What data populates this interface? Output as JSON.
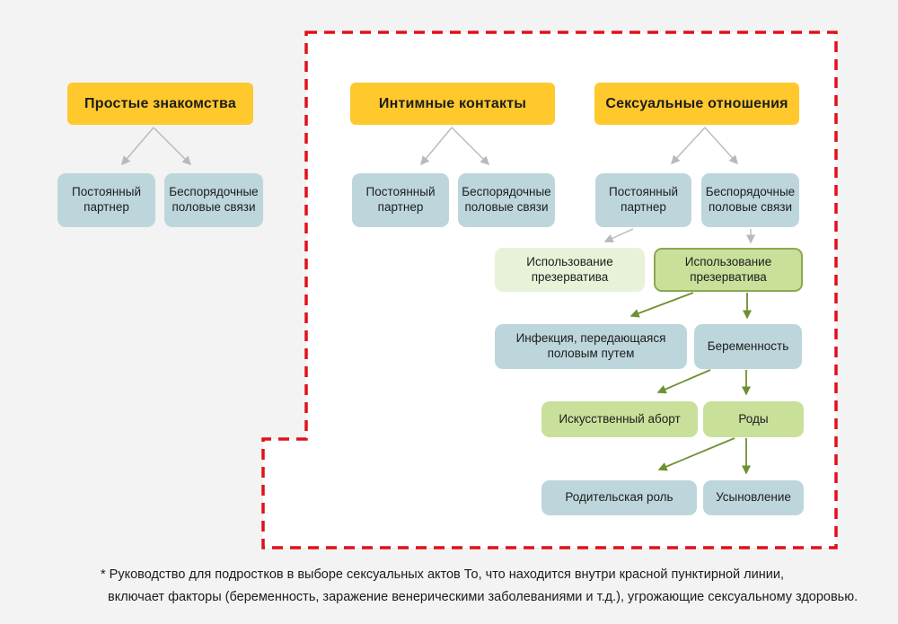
{
  "colors": {
    "page_background": "#f2f3f2",
    "danger_zone_fill": "#ffffff",
    "danger_zone_border": "#e0111a",
    "root_box": "#ffc82d",
    "neutral_box": "#bdd6dc",
    "safe_box": "#e8f2d8",
    "risk_box": "#c9e09b",
    "risk_box_border": "#8aa94f",
    "gray_arrow": "#b9b9b9",
    "green_arrow": "#6d9130",
    "text": "#1d1d1d"
  },
  "nodes": {
    "acquaintances": {
      "label": "Простые знакомства"
    },
    "acq_partner": {
      "label": "Постоянный партнер"
    },
    "acq_promiscuous": {
      "label": "Беспорядочные половые связи"
    },
    "intimate": {
      "label": "Интимные контакты"
    },
    "int_partner": {
      "label": "Постоянный партнер"
    },
    "int_promiscuous": {
      "label": "Беспорядочные половые связи"
    },
    "sexual": {
      "label": "Сексуальные отношения"
    },
    "sex_partner": {
      "label": "Постоянный партнер"
    },
    "sex_promiscuous": {
      "label": "Беспорядочные половые связи"
    },
    "condom_use_partner": {
      "label": "Использование презерватива"
    },
    "condom_use_promiscuous": {
      "label": "Использование презерватива"
    },
    "sti": {
      "label": "Инфекция, передающаяся половым путем"
    },
    "pregnancy": {
      "label": "Беременность"
    },
    "abortion": {
      "label": "Искусственный аборт"
    },
    "childbirth": {
      "label": "Роды"
    },
    "parental_role": {
      "label": "Родительская роль"
    },
    "adoption": {
      "label": "Усыновление"
    }
  },
  "edges": [
    {
      "from": "acquaintances",
      "to": "acq_partner"
    },
    {
      "from": "acquaintances",
      "to": "acq_promiscuous"
    },
    {
      "from": "intimate",
      "to": "int_partner"
    },
    {
      "from": "intimate",
      "to": "int_promiscuous"
    },
    {
      "from": "sexual",
      "to": "sex_partner"
    },
    {
      "from": "sexual",
      "to": "sex_promiscuous"
    },
    {
      "from": "sex_partner",
      "to": "condom_use_partner"
    },
    {
      "from": "sex_promiscuous",
      "to": "condom_use_promiscuous"
    },
    {
      "from": "condom_use_promiscuous",
      "to": "sti"
    },
    {
      "from": "condom_use_promiscuous",
      "to": "pregnancy"
    },
    {
      "from": "pregnancy",
      "to": "abortion"
    },
    {
      "from": "pregnancy",
      "to": "childbirth"
    },
    {
      "from": "childbirth",
      "to": "parental_role"
    },
    {
      "from": "childbirth",
      "to": "adoption"
    }
  ],
  "footnote": {
    "line1": "* Руководство для подростков в выборе сексуальных актов То, что находится внутри красной пунктирной линии,",
    "line2": "включает факторы (беременность, заражение венерическими заболеваниями и т.д.), угрожающие сексуальному здоровью."
  }
}
